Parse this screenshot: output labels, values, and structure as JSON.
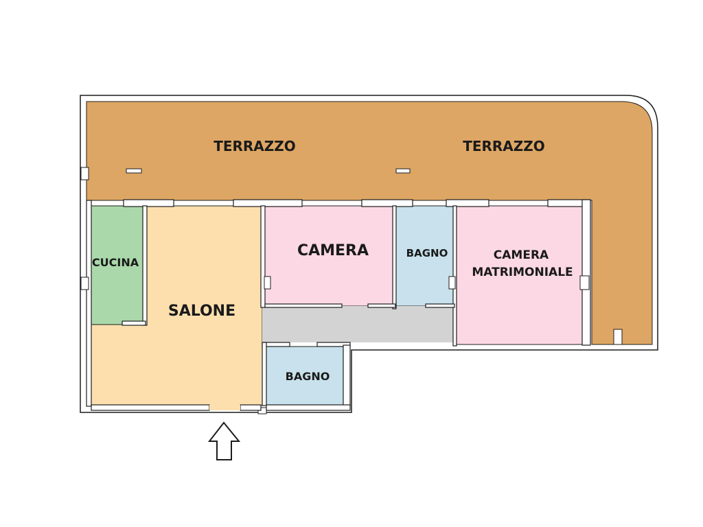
{
  "colors": {
    "terrace": "#dda664",
    "kitchen": "#aad8aa",
    "living": "#fddfae",
    "bedroom": "#fcd8e4",
    "bathroom": "#c8e1ec",
    "hallway": "#d3d3d3",
    "wall": "#1c1c1c",
    "background": "#ffffff"
  },
  "rooms": {
    "terrace_left": "TERRAZZO",
    "terrace_right": "TERRAZZO",
    "kitchen": "CUCINA",
    "living_room": "SALONE",
    "bedroom": "CAMERA",
    "bathroom_top": "BAGNO",
    "master_bedroom_line1": "CAMERA",
    "master_bedroom_line2": "MATRIMONIALE",
    "bathroom_bottom": "BAGNO"
  },
  "entrance_icon": "arrow-up-icon"
}
